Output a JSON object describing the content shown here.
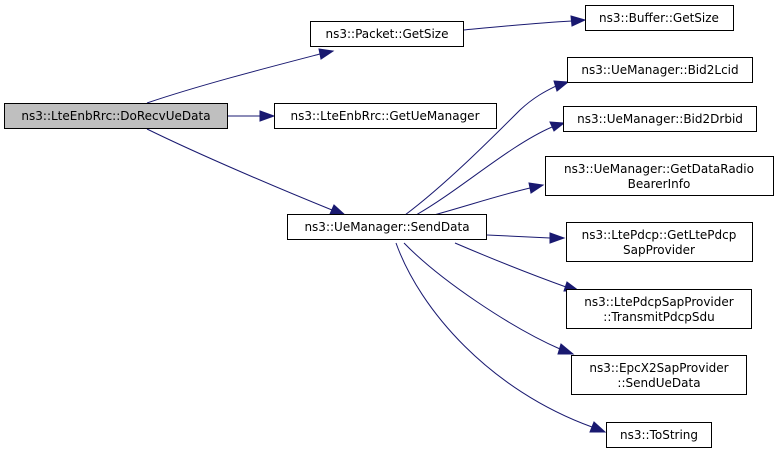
{
  "graph": {
    "nodes": {
      "do_recv_ue_data": {
        "lines": [
          "ns3::LteEnbRrc::DoRecvUeData"
        ]
      },
      "packet_get_size": {
        "lines": [
          "ns3::Packet::GetSize"
        ]
      },
      "buffer_get_size": {
        "lines": [
          "ns3::Buffer::GetSize"
        ]
      },
      "get_ue_manager": {
        "lines": [
          "ns3::LteEnbRrc::GetUeManager"
        ]
      },
      "send_data": {
        "lines": [
          "ns3::UeManager::SendData"
        ]
      },
      "bid2lcid": {
        "lines": [
          "ns3::UeManager::Bid2Lcid"
        ]
      },
      "bid2drbid": {
        "lines": [
          "ns3::UeManager::Bid2Drbid"
        ]
      },
      "get_data_radio_bearer_info": {
        "lines": [
          "ns3::UeManager::GetDataRadio",
          "BearerInfo"
        ]
      },
      "get_lte_pdcp_sap_provider": {
        "lines": [
          "ns3::LtePdcp::GetLtePdcp",
          "SapProvider"
        ]
      },
      "transmit_pdcp_sdu": {
        "lines": [
          "ns3::LtePdcpSapProvider",
          "::TransmitPdcpSdu"
        ]
      },
      "send_ue_data": {
        "lines": [
          "ns3::EpcX2SapProvider",
          "::SendUeData"
        ]
      },
      "to_string": {
        "lines": [
          "ns3::ToString"
        ]
      }
    },
    "edges": [
      {
        "from": "do_recv_ue_data",
        "to": "packet_get_size"
      },
      {
        "from": "packet_get_size",
        "to": "buffer_get_size"
      },
      {
        "from": "do_recv_ue_data",
        "to": "get_ue_manager"
      },
      {
        "from": "do_recv_ue_data",
        "to": "send_data"
      },
      {
        "from": "send_data",
        "to": "bid2lcid"
      },
      {
        "from": "send_data",
        "to": "bid2drbid"
      },
      {
        "from": "send_data",
        "to": "get_data_radio_bearer_info"
      },
      {
        "from": "send_data",
        "to": "get_lte_pdcp_sap_provider"
      },
      {
        "from": "send_data",
        "to": "transmit_pdcp_sdu"
      },
      {
        "from": "send_data",
        "to": "send_ue_data"
      },
      {
        "from": "send_data",
        "to": "to_string"
      }
    ],
    "colors": {
      "root_fill": "#bfbfbf",
      "node_fill": "#ffffff",
      "node_stroke": "#000000",
      "edge": "#191970"
    }
  }
}
